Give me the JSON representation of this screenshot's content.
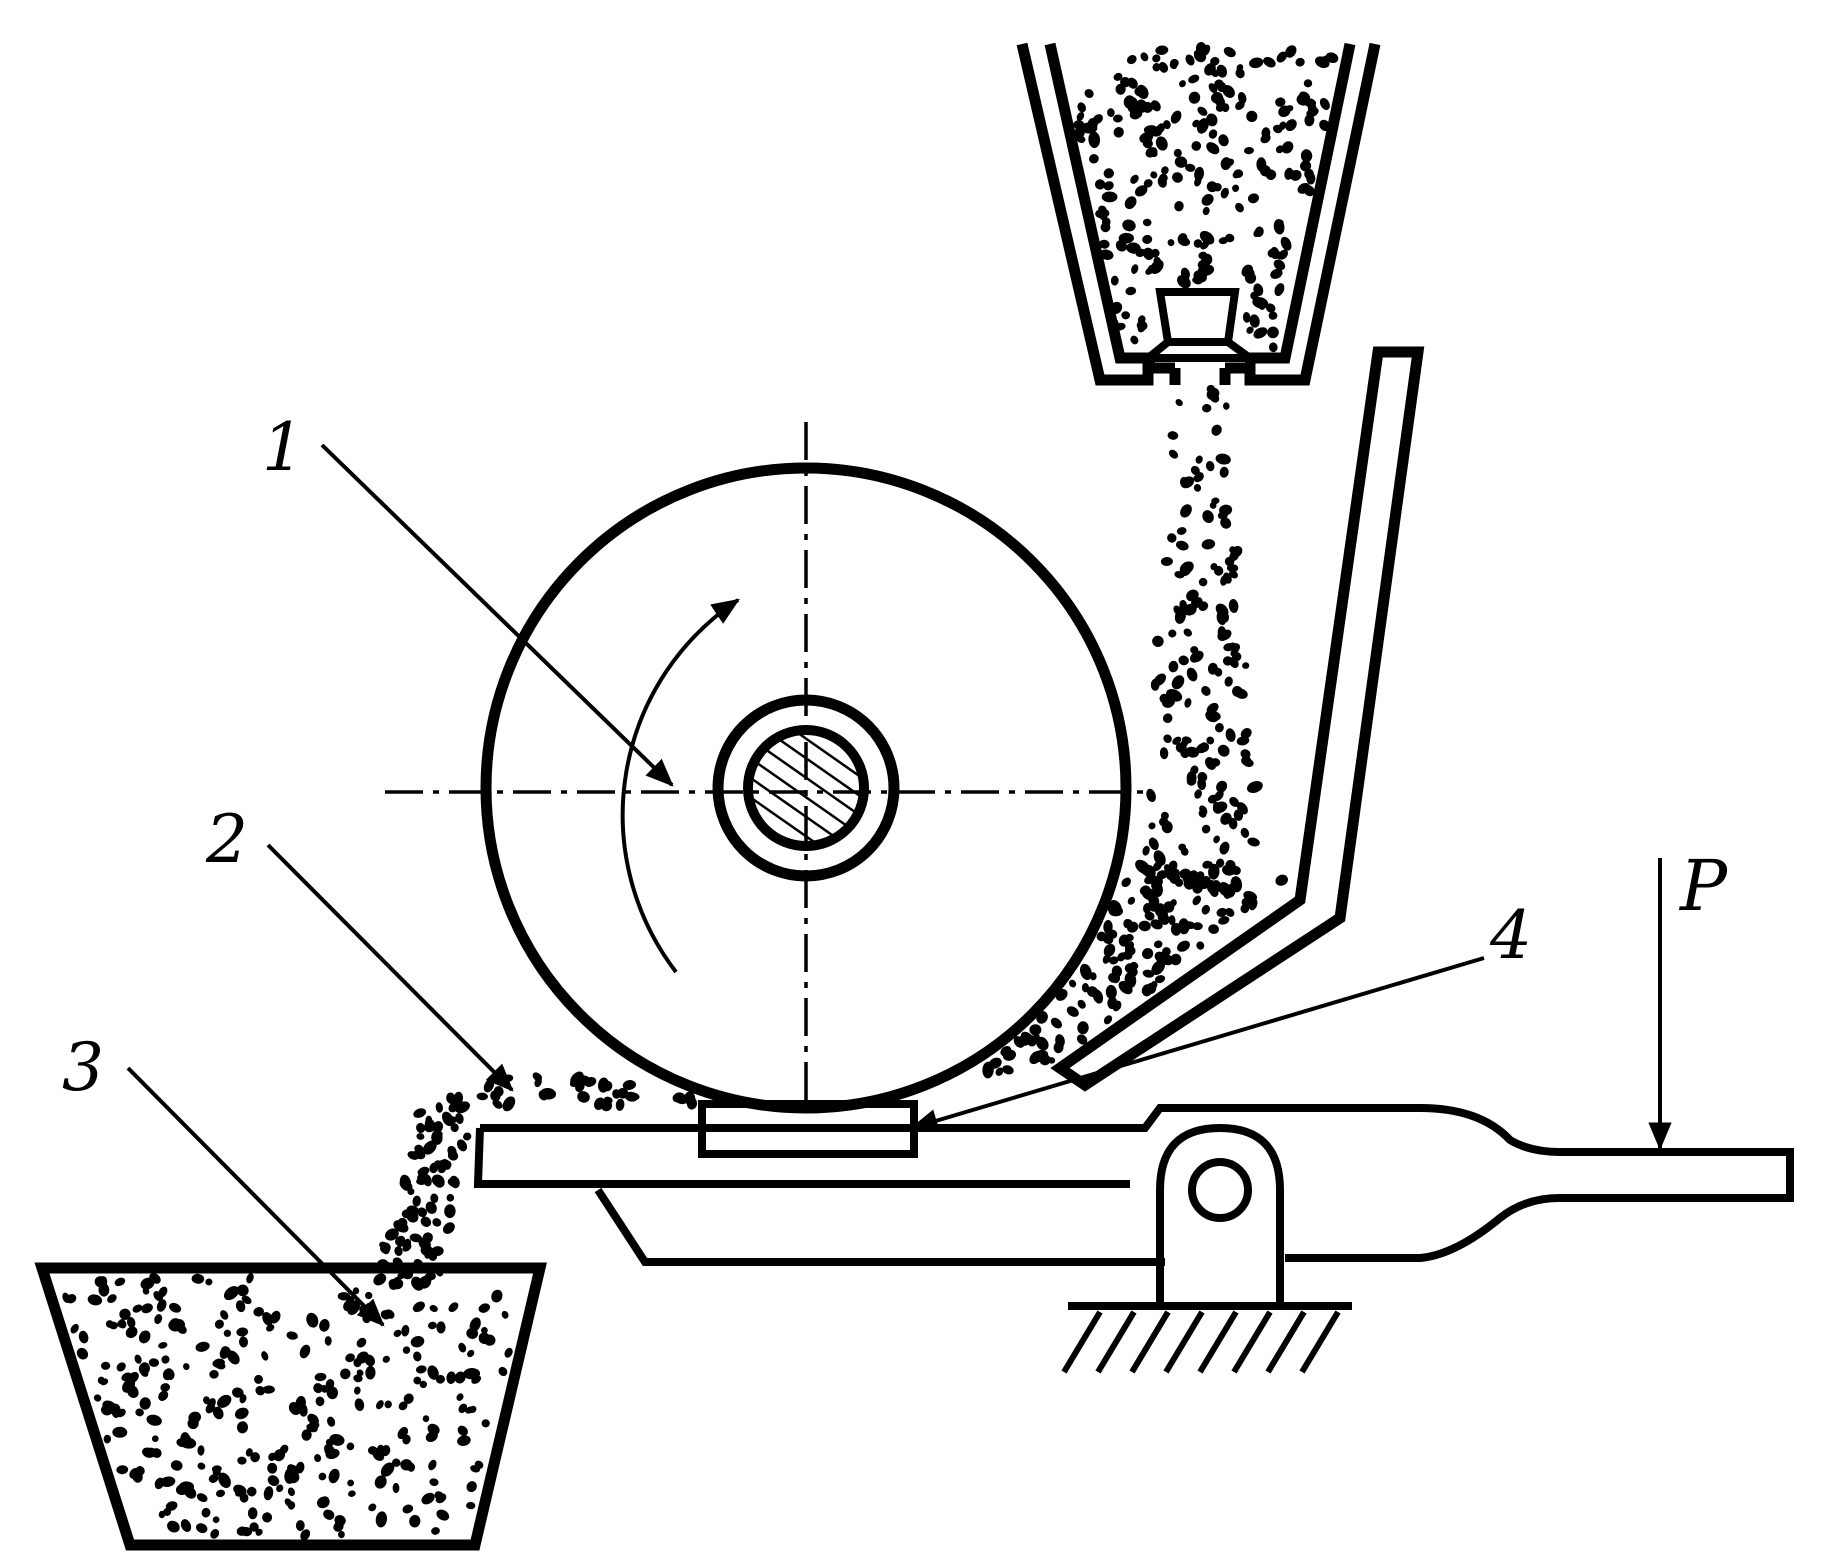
{
  "labels": {
    "part1": "1",
    "part2": "2",
    "part3": "3",
    "part4": "4",
    "load": "P"
  },
  "colors": {
    "ink": "#000000",
    "background": "#ffffff"
  }
}
